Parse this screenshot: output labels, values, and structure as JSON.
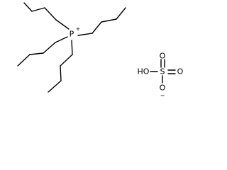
{
  "cation": {
    "center_atom": "P",
    "charge": "+",
    "substituents": [
      "butyl",
      "butyl",
      "butyl",
      "butyl"
    ]
  },
  "anion": {
    "hydroxyl_label": "HO",
    "sulfur_label": "S",
    "oxo_top_label": "O",
    "oxo_right_label": "O",
    "oxide_bottom_label": "O",
    "oxide_charge": "−"
  }
}
